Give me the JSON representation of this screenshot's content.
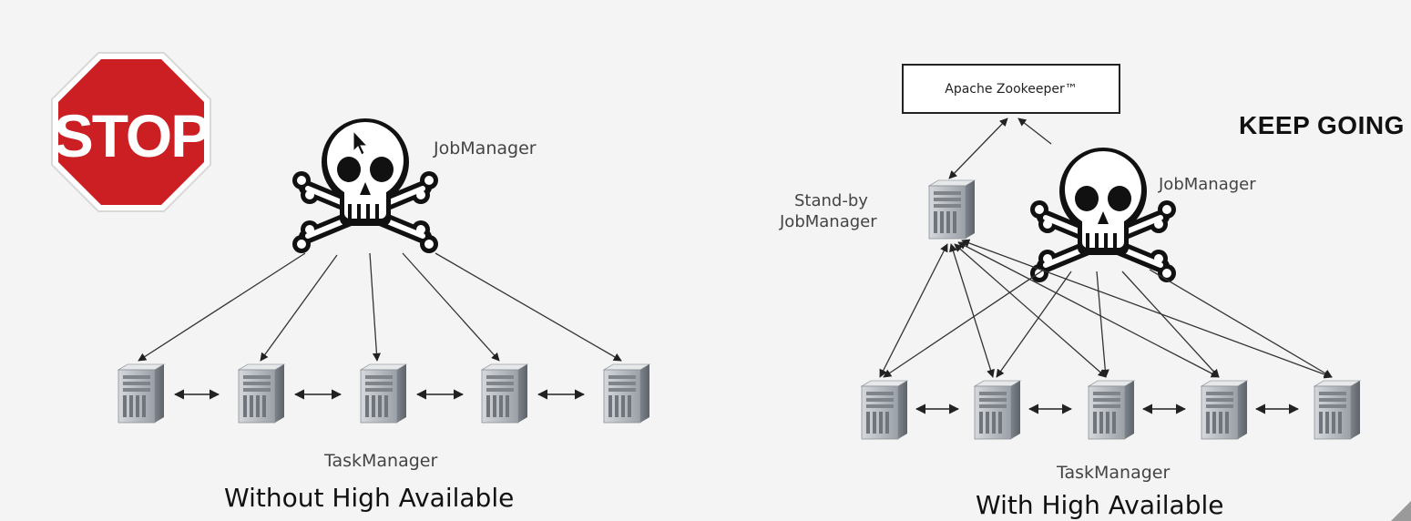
{
  "left": {
    "stop_sign_text": "STOP",
    "jobmanager_label": "JobManager",
    "taskmanager_label": "TaskManager",
    "caption": "Without High Available"
  },
  "right": {
    "zookeeper_label": "Apache Zookeeper™",
    "keep_going": "KEEP GOING",
    "standby_label_line1": "Stand-by",
    "standby_label_line2": "JobManager",
    "jobmanager_label": "JobManager",
    "taskmanager_label": "TaskManager",
    "caption": "With High Available"
  },
  "colors": {
    "stop_red": "#cc1f24",
    "background": "#f4f4f4",
    "server_gray": "#b7bcc2"
  },
  "icons": {
    "skull": "skull-crossbones-icon",
    "server": "server-tower-icon",
    "stop": "stop-sign-icon"
  }
}
